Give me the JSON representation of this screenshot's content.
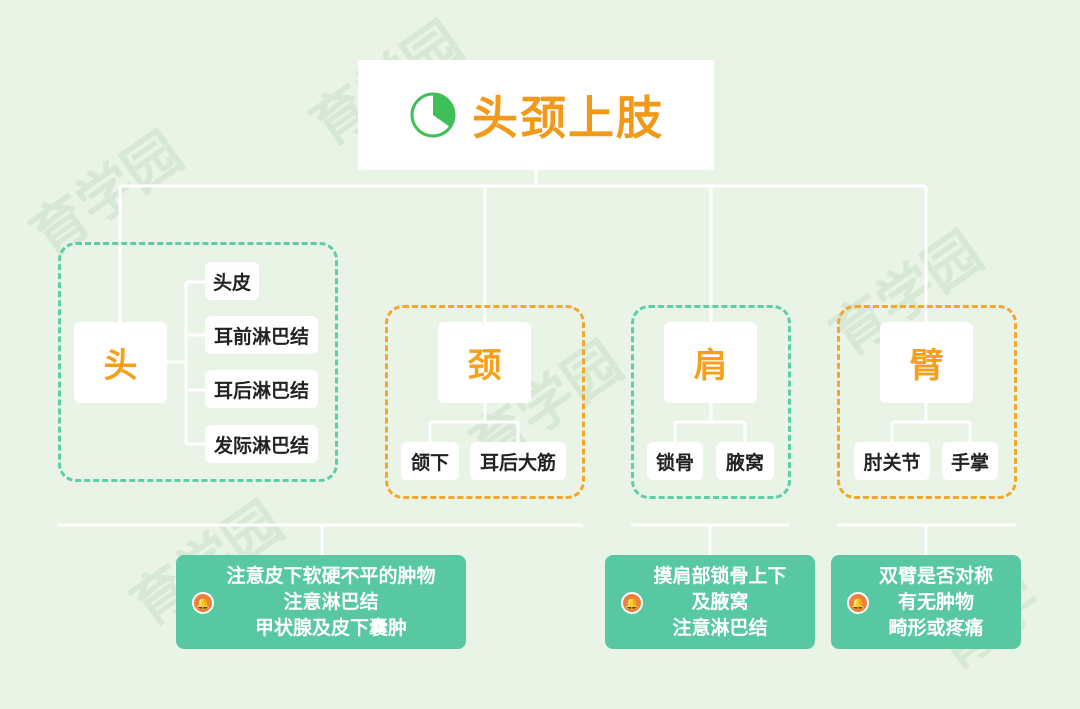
{
  "title": "头颈上肢",
  "colors": {
    "accent": "#f29a18",
    "green": "#5ccfa5",
    "orange": "#f3a72c",
    "note_bg": "#57c8a1",
    "bell": "#ee7f3c"
  },
  "sections": {
    "head": {
      "label": "头",
      "items": [
        "头皮",
        "耳前淋巴结",
        "耳后淋巴结",
        "发际淋巴结"
      ]
    },
    "neck": {
      "label": "颈",
      "items": [
        "颌下",
        "耳后大筋"
      ]
    },
    "shoulder": {
      "label": "肩",
      "items": [
        "锁骨",
        "腋窝"
      ]
    },
    "arm": {
      "label": "臂",
      "items": [
        "肘关节",
        "手掌"
      ]
    }
  },
  "notes": {
    "head_neck": [
      "注意皮下软硬不平的肿物",
      "注意淋巴结",
      "甲状腺及皮下囊肿"
    ],
    "shoulder": [
      "摸肩部锁骨上下",
      "及腋窝",
      "注意淋巴结"
    ],
    "arm": [
      "双臂是否对称",
      "有无肿物",
      "畸形或疼痛"
    ]
  },
  "watermark": "育学园"
}
